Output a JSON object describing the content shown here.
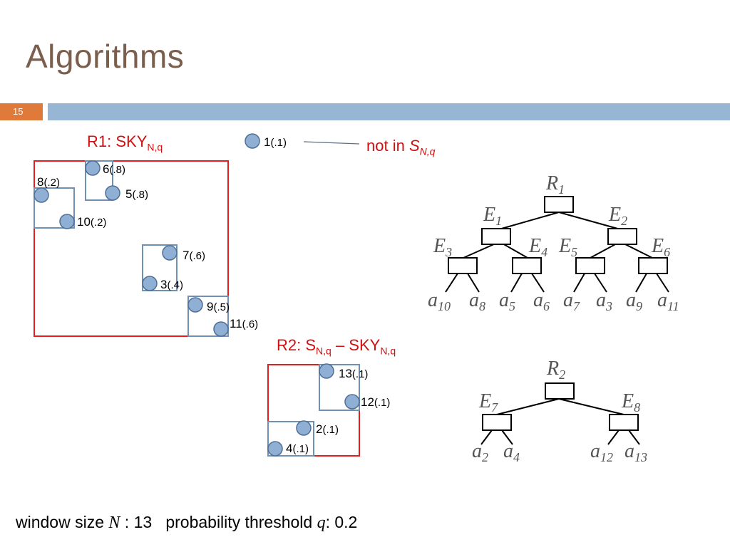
{
  "slide": {
    "title": "Algorithms",
    "number": "15"
  },
  "regions": {
    "r1_prefix": "R1: SKY",
    "r1_sub": "N,q",
    "r2_prefix": "R2: S",
    "r2_sub1": "N,q",
    "r2_mid": " – SKY",
    "r2_sub2": "N,q",
    "not_in_prefix": "not in ",
    "not_in_s": "S",
    "not_in_sub": "N,q"
  },
  "points": [
    {
      "id": "1",
      "prob": "(.1)"
    },
    {
      "id": "6",
      "prob": "(.8)"
    },
    {
      "id": "8",
      "prob": "(.2)"
    },
    {
      "id": "5",
      "prob": "(.8)"
    },
    {
      "id": "10",
      "prob": "(.2)"
    },
    {
      "id": "7",
      "prob": "(.6)"
    },
    {
      "id": "3",
      "prob": "(.4)"
    },
    {
      "id": "9",
      "prob": "(.5)"
    },
    {
      "id": "11",
      "prob": "(.6)"
    },
    {
      "id": "13",
      "prob": "(.1)"
    },
    {
      "id": "12",
      "prob": "(.1)"
    },
    {
      "id": "2",
      "prob": "(.1)"
    },
    {
      "id": "4",
      "prob": "(.1)"
    }
  ],
  "tree1": {
    "root": "R",
    "root_sub": "1",
    "level1": [
      {
        "n": "E",
        "s": "1"
      },
      {
        "n": "E",
        "s": "2"
      }
    ],
    "level2": [
      {
        "n": "E",
        "s": "3"
      },
      {
        "n": "E",
        "s": "4"
      },
      {
        "n": "E",
        "s": "5"
      },
      {
        "n": "E",
        "s": "6"
      }
    ],
    "leaves": [
      {
        "n": "a",
        "s": "10"
      },
      {
        "n": "a",
        "s": "8"
      },
      {
        "n": "a",
        "s": "5"
      },
      {
        "n": "a",
        "s": "6"
      },
      {
        "n": "a",
        "s": "7"
      },
      {
        "n": "a",
        "s": "3"
      },
      {
        "n": "a",
        "s": "9"
      },
      {
        "n": "a",
        "s": "11"
      }
    ]
  },
  "tree2": {
    "root": "R",
    "root_sub": "2",
    "level1": [
      {
        "n": "E",
        "s": "7"
      },
      {
        "n": "E",
        "s": "8"
      }
    ],
    "leaves": [
      {
        "n": "a",
        "s": "2"
      },
      {
        "n": "a",
        "s": "4"
      },
      {
        "n": "a",
        "s": "12"
      },
      {
        "n": "a",
        "s": "13"
      }
    ]
  },
  "footer": {
    "part1": "window size ",
    "N": "N",
    "part2": " : 13   probability threshold ",
    "q": "q",
    "part3": ": 0.2"
  },
  "colors": {
    "accent_orange": "#e07a3b",
    "bar_blue": "#96b6d3",
    "region_red": "#e02020",
    "mbr_blue": "#6f8fb3",
    "point_fill": "#8fb0d4"
  }
}
